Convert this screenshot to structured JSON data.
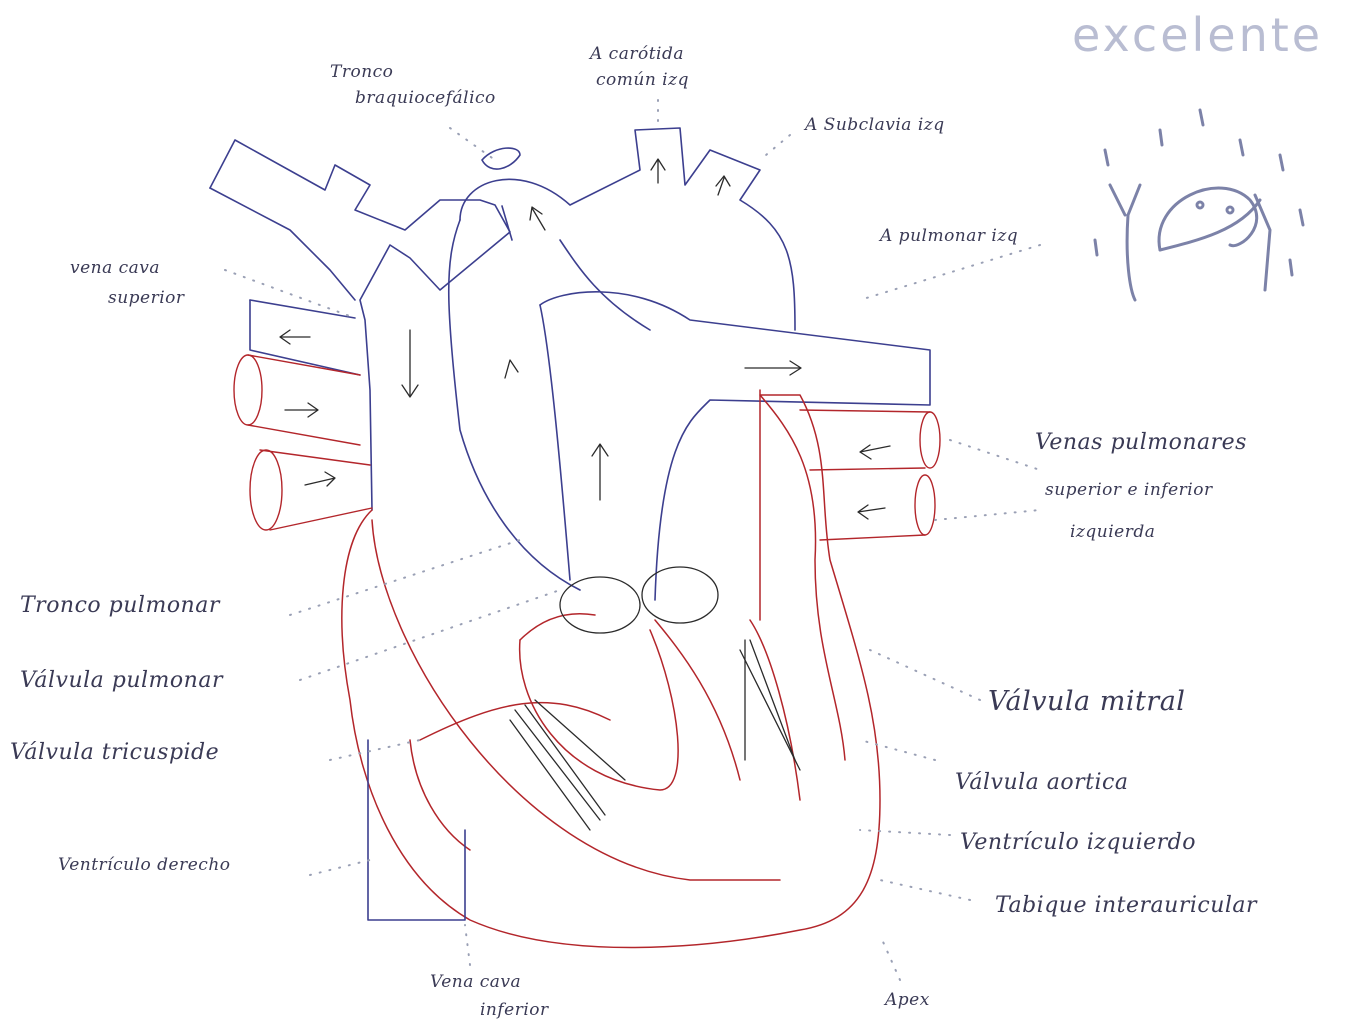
{
  "labels": {
    "tronco_braquio_1": "Tronco",
    "tronco_braquio_2": "braquiocefálico",
    "carotida_1": "A carótida",
    "carotida_2": "común izq",
    "subclavia": "A Subclavia izq",
    "pulmonar_izq": "A pulmonar izq",
    "vena_cava_sup_1": "vena cava",
    "vena_cava_sup_2": "superior",
    "venas_pulm_1": "Venas pulmonares",
    "venas_pulm_2": "superior e inferior",
    "venas_pulm_3": "izquierda",
    "tronco_pulmonar": "Tronco pulmonar",
    "valvula_pulmonar": "Válvula pulmonar",
    "valvula_tricuspide": "Válvula tricuspide",
    "ventriculo_derecho": "Ventrículo derecho",
    "valvula_mitral": "Válvula mitral",
    "valvula_aortica": "Válvula aortica",
    "ventriculo_izquierdo": "Ventrículo izquierdo",
    "tabique": "Tabique interauricular",
    "vena_cava_inf_1": "Vena cava",
    "vena_cava_inf_2": "inferior",
    "apex": "Apex"
  },
  "stamp": {
    "text": "excelente"
  },
  "colors": {
    "blue": "#3c3f8f",
    "red": "#b3262b",
    "dark": "#2b2b2b",
    "dots": "#9aa0b5"
  }
}
